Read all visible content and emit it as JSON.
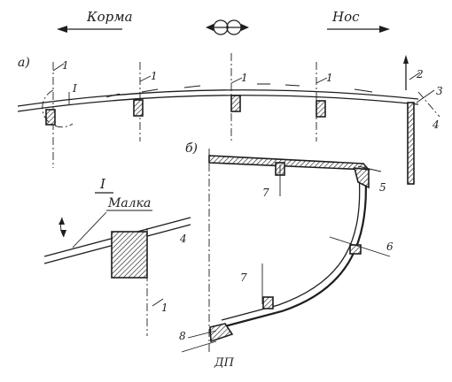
{
  "directions": {
    "stern": "Корма",
    "bow": "Нос"
  },
  "views": {
    "a": "а)",
    "b": "б)"
  },
  "detail": {
    "marker": "I",
    "heading": "I",
    "bevel_label": "Малка"
  },
  "callouts": {
    "frame_1_a": "1",
    "frame_1_b": "1",
    "frame_1_c": "1",
    "frame_1_d": "1",
    "stem_2": "2",
    "item_3": "3",
    "item_4_top": "4",
    "item_4_detail": "4",
    "frame_1_detail": "1",
    "item_5": "5",
    "item_6": "6",
    "item_7_top": "7",
    "item_7_bottom": "7",
    "item_8": "8"
  },
  "centerline": "ДП"
}
